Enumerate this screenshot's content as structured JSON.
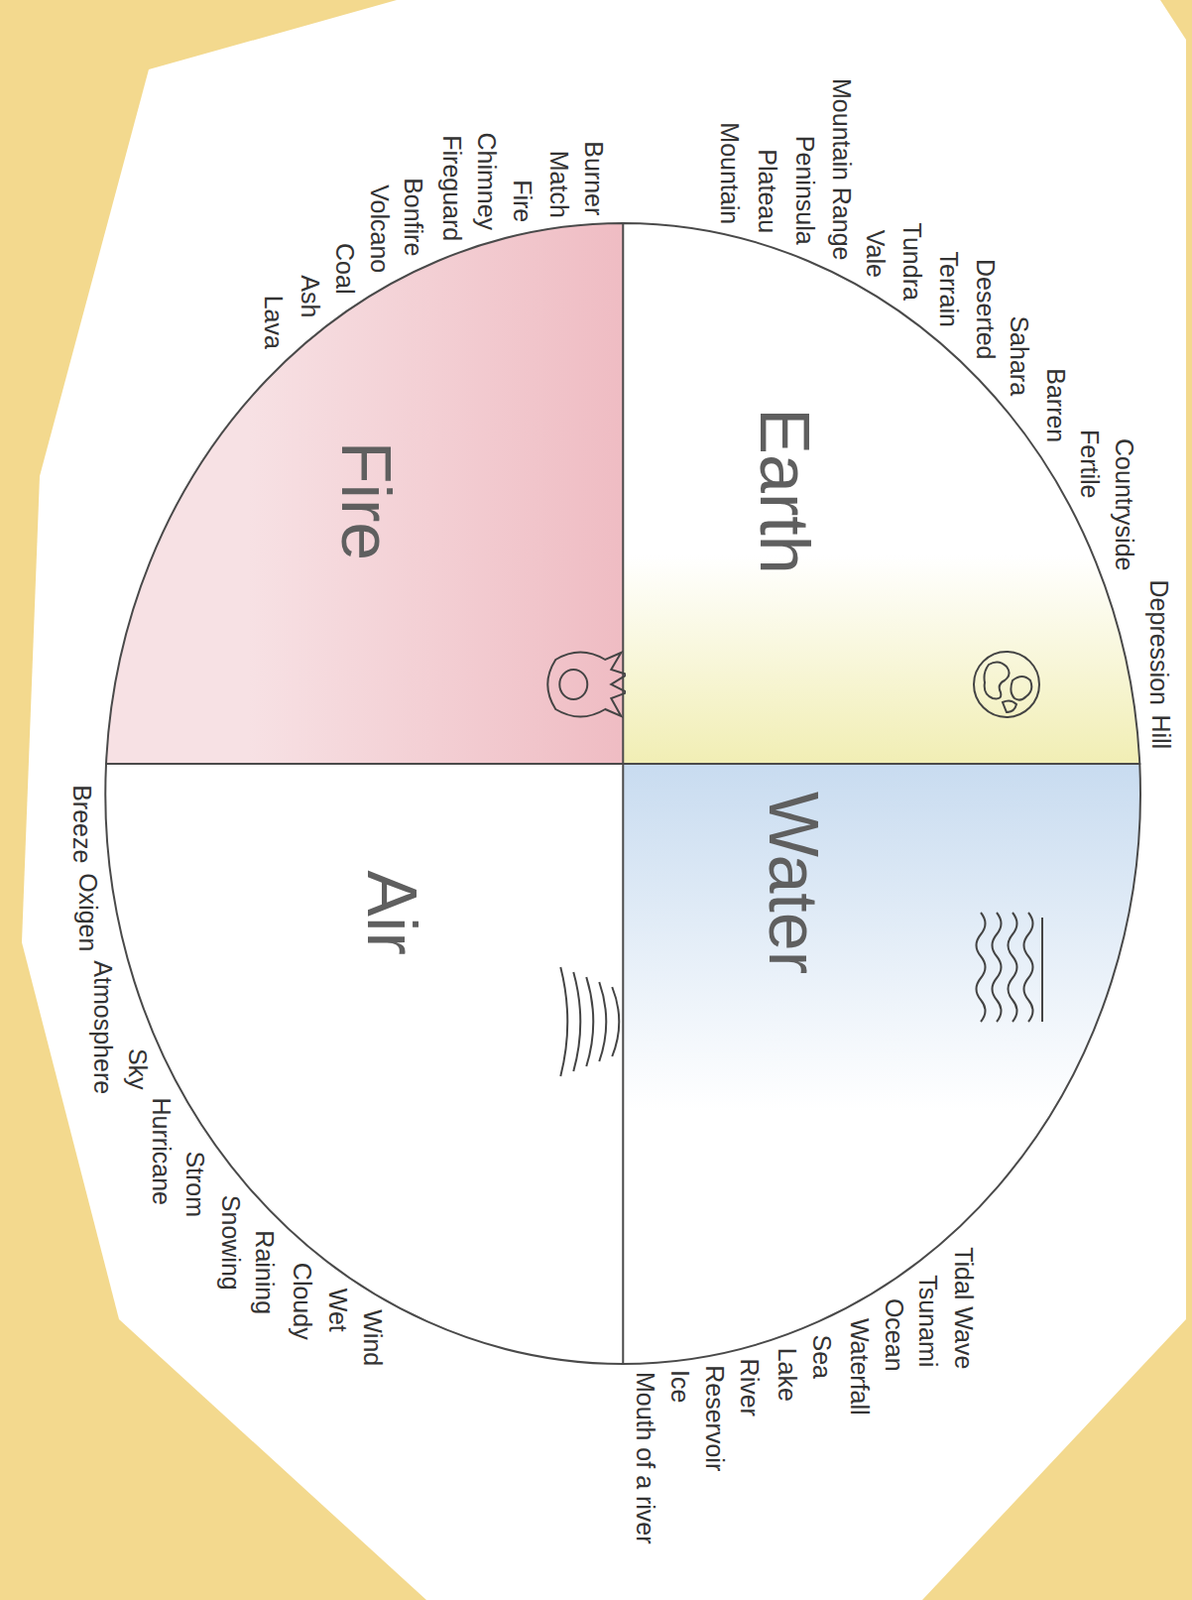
{
  "diagram": {
    "nodes": [
      {
        "text": [
          "Earth"
        ]
      },
      {
        "text": [
          "Water"
        ]
      },
      {
        "text": [
          "Fire"
        ]
      },
      {
        "text": [
          "Air"
        ]
      }
    ],
    "labels": [
      "Hill",
      "Depression",
      "Countryside",
      "Fertile",
      "Barren",
      "Sahara",
      "Deserted",
      "Terrain",
      "Tundra",
      "Vale",
      "Mountain Range",
      "Peninsula",
      "Plateau",
      "Mountain",
      "Burner",
      "Match",
      "Fire",
      "Chimney",
      "Fireguard",
      "Bonfire",
      "Volcano",
      "Coal",
      "Ash",
      "Lava",
      "Breeze",
      "Oxigen",
      "Atmosphere",
      "Sky",
      "Hurricane",
      "Strom",
      "Snowing",
      "Raining",
      "Cloudy",
      "Wet",
      "Wind",
      "Mouth of a river",
      "Ice",
      "Reservoir",
      "River",
      "Lake",
      "Sea",
      "Waterfall",
      "Ocean",
      "Tsunami",
      "Tidal Wave"
    ]
  }
}
